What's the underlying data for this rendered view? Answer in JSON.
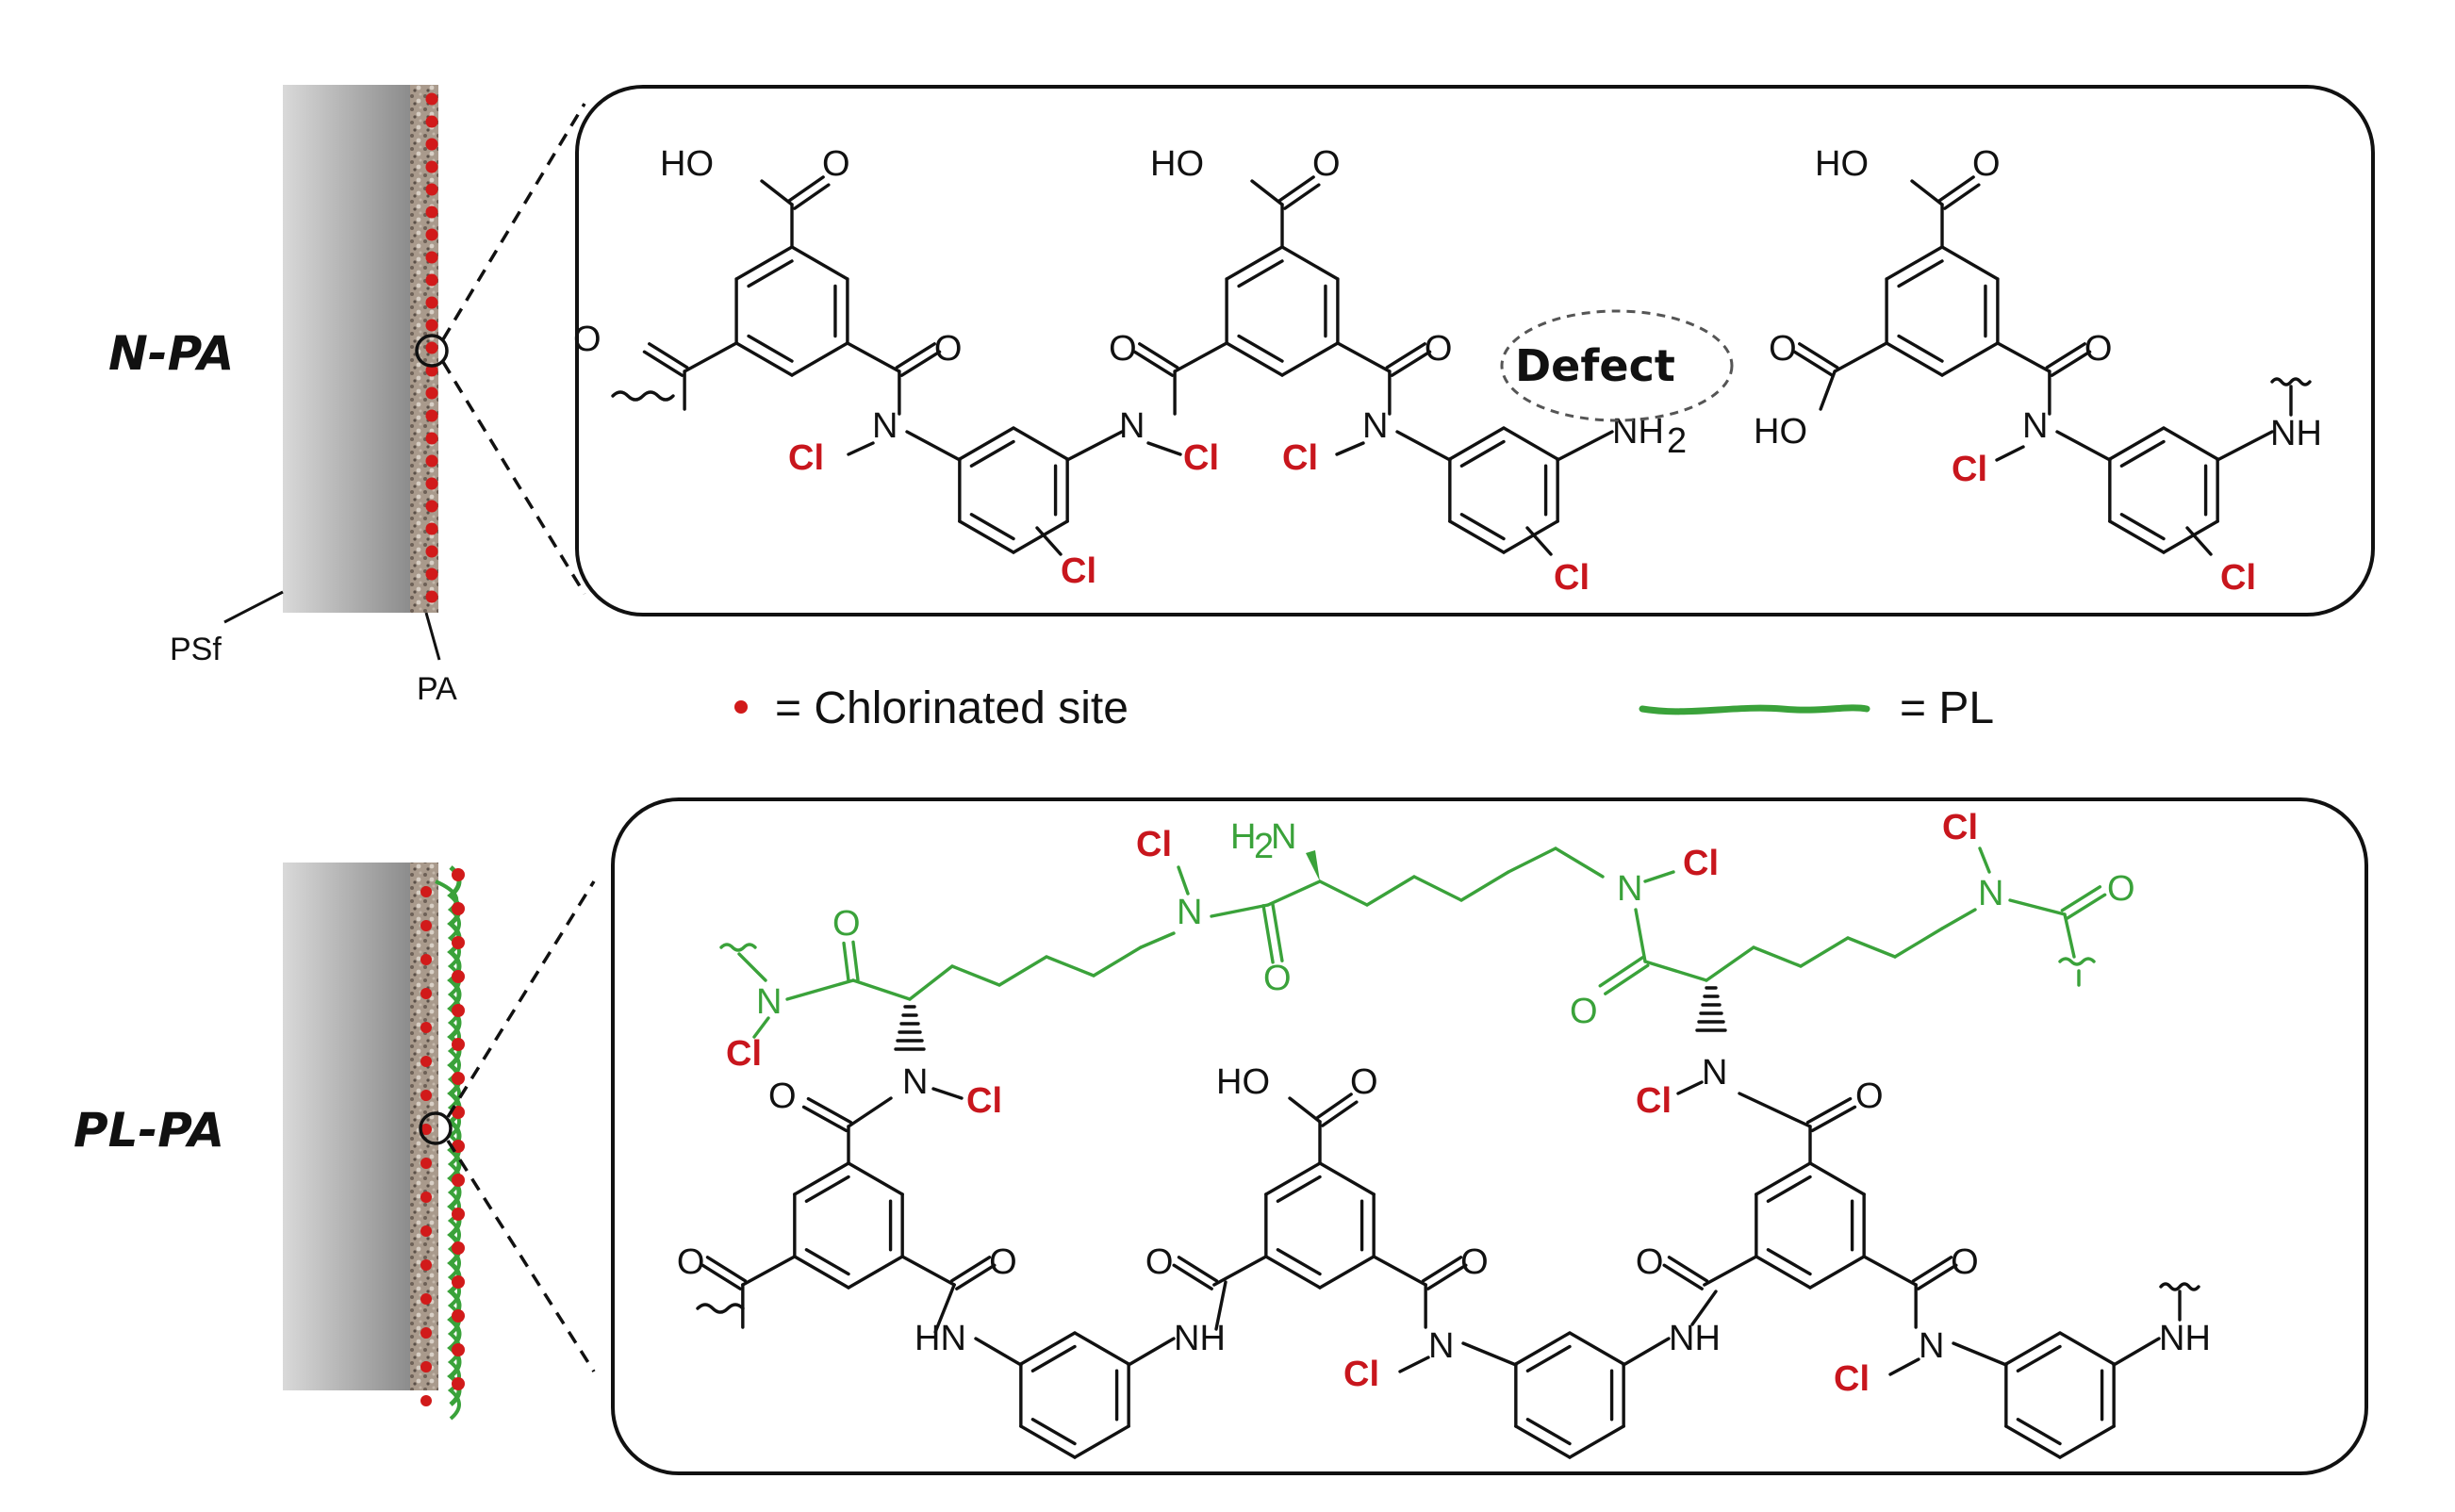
{
  "labels": {
    "top_membrane": "N-PA",
    "bottom_membrane": "PL-PA",
    "psf": "PSf",
    "pa": "PA",
    "defect": "Defect"
  },
  "legend": {
    "chlorinated": "= Chlorinated site",
    "pl": "= PL"
  },
  "atoms": {
    "cl": "Cl",
    "ho": "HO",
    "o": "O",
    "n": "N",
    "nh": "NH",
    "hn": "HN",
    "nh2": "NH",
    "sub2": "2",
    "h2n": "H",
    "h2n_n": "N"
  },
  "colors": {
    "chlorine": "#c8161d",
    "pl": "#3aa23a",
    "bond": "#111111"
  }
}
